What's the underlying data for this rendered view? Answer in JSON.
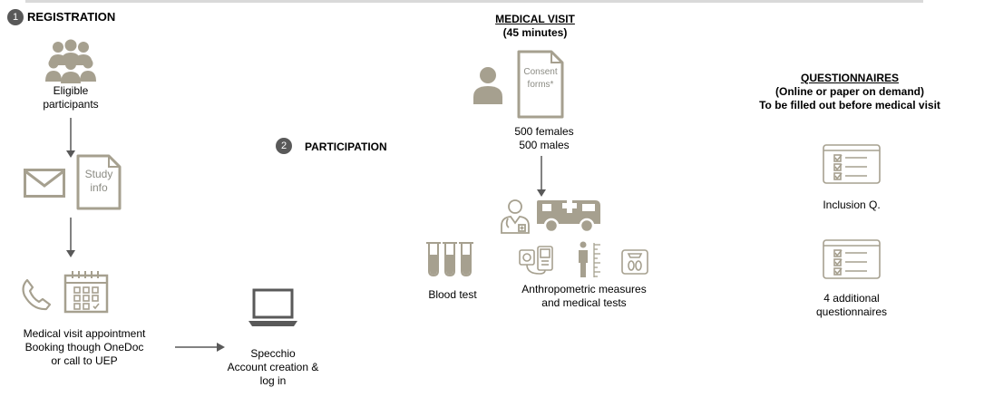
{
  "registration": {
    "step_number": "1",
    "title": "REGISTRATION",
    "eligible": [
      "Eligible",
      "participants"
    ],
    "study_info": [
      "Study",
      "info"
    ],
    "booking": [
      "Medical visit appointment",
      "Booking though OneDoc",
      "or call to UEP"
    ],
    "specchio": [
      "Specchio",
      "Account creation &",
      "log in"
    ]
  },
  "participation": {
    "step_number": "2",
    "title": "PARTICIPATION"
  },
  "medical_visit": {
    "title": "MEDICAL VISIT",
    "duration": "(45 minutes)",
    "consent": [
      "Consent",
      "forms*"
    ],
    "counts": [
      "500 females",
      "500 males"
    ],
    "blood_test": "Blood test",
    "anthropometric": [
      "Anthropometric measures",
      "and medical tests"
    ]
  },
  "questionnaires": {
    "title": "QUESTIONNAIRES",
    "subtitle1": "(Online or paper on demand)",
    "subtitle2": "To be filled out before medical visit",
    "inclusion": "Inclusion Q.",
    "additional": [
      "4 additional",
      "questionnaires"
    ]
  },
  "colors": {
    "icon": "#a6a08f",
    "arrow": "#595959",
    "badge": "#595959"
  },
  "icons": [
    "people-group-icon",
    "envelope-icon",
    "document-icon",
    "phone-icon",
    "calendar-icon",
    "laptop-icon",
    "person-icon",
    "doctor-icon",
    "ambulance-icon",
    "test-tubes-icon",
    "blood-pressure-icon",
    "height-scale-icon",
    "weight-scale-icon",
    "checklist-icon"
  ]
}
